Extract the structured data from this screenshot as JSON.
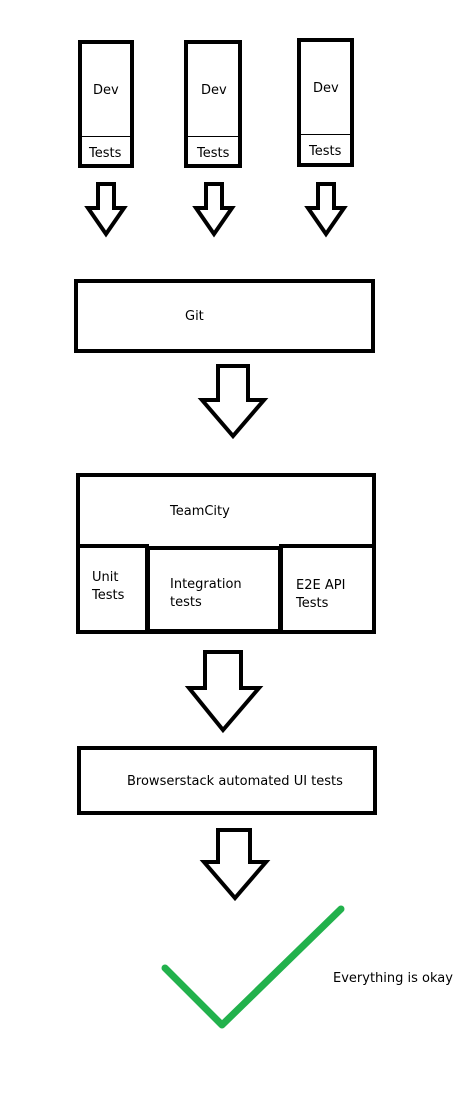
{
  "dev_columns": [
    {
      "top": "Dev",
      "bottom": "Tests"
    },
    {
      "top": "Dev",
      "bottom": "Tests"
    },
    {
      "top": "Dev",
      "bottom": "Tests"
    }
  ],
  "git": {
    "label": "Git"
  },
  "teamcity": {
    "label": "TeamCity",
    "unit_tests": "Unit\nTests",
    "integration_tests": "Integration\ntests",
    "e2e_tests": "E2E API\nTests"
  },
  "browserstack": {
    "label": "Browserstack automated UI tests"
  },
  "result": {
    "label": "Everything is okay"
  },
  "colors": {
    "check": "#22b14c",
    "stroke": "#000000"
  }
}
